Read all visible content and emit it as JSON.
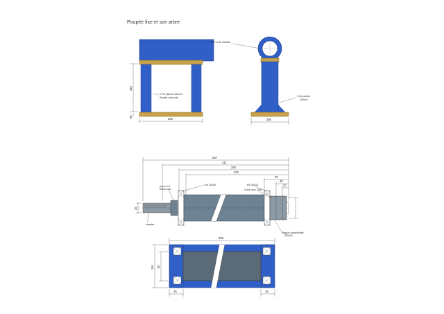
{
  "title": "Poupée fixe et son arbre",
  "colors": {
    "blue": "#2f5fc7",
    "wood": "#c7a24b",
    "gray_shaft": "#6d8292",
    "gray_dark": "#5a6a76",
    "gray_light": "#8c9aa5",
    "line": "#222222"
  },
  "front_view": {
    "label_plate": "2 Fer plat de 100x10",
    "label_weld": "Souder cote cote",
    "dim_width": "200",
    "dim_height": "310",
    "dim_base": "50"
  },
  "side_view": {
    "label_u": "Fer U de 100x50",
    "label_plate_1": "2 fer plat de",
    "label_plate_2": "100x10",
    "dim_width": "200"
  },
  "shaft_view": {
    "dim_total": "ø47",
    "dim_311": "311",
    "dim_250": "250",
    "dim_200": "200",
    "dim_70": "70",
    "dim_40": "40",
    "dim_20": "20",
    "label_rk1": "RK 30300",
    "label_rk2": "RK 30310",
    "label_ecrou_1": "écrou 1.5",
    "label_ecrou_2": "Écrou bloc",
    "label_cone_1": "Cône roue CMG",
    "label_cone_2": "",
    "label_bague_1": "Bague d'étanchéité",
    "label_bague_2": "200x10",
    "label_clavette": "clavette",
    "dim_left": "35"
  },
  "plate_view": {
    "dim_width": "200",
    "dim_height": "110",
    "dim_inner": "80",
    "dim_left": "25",
    "dim_right": "25"
  }
}
